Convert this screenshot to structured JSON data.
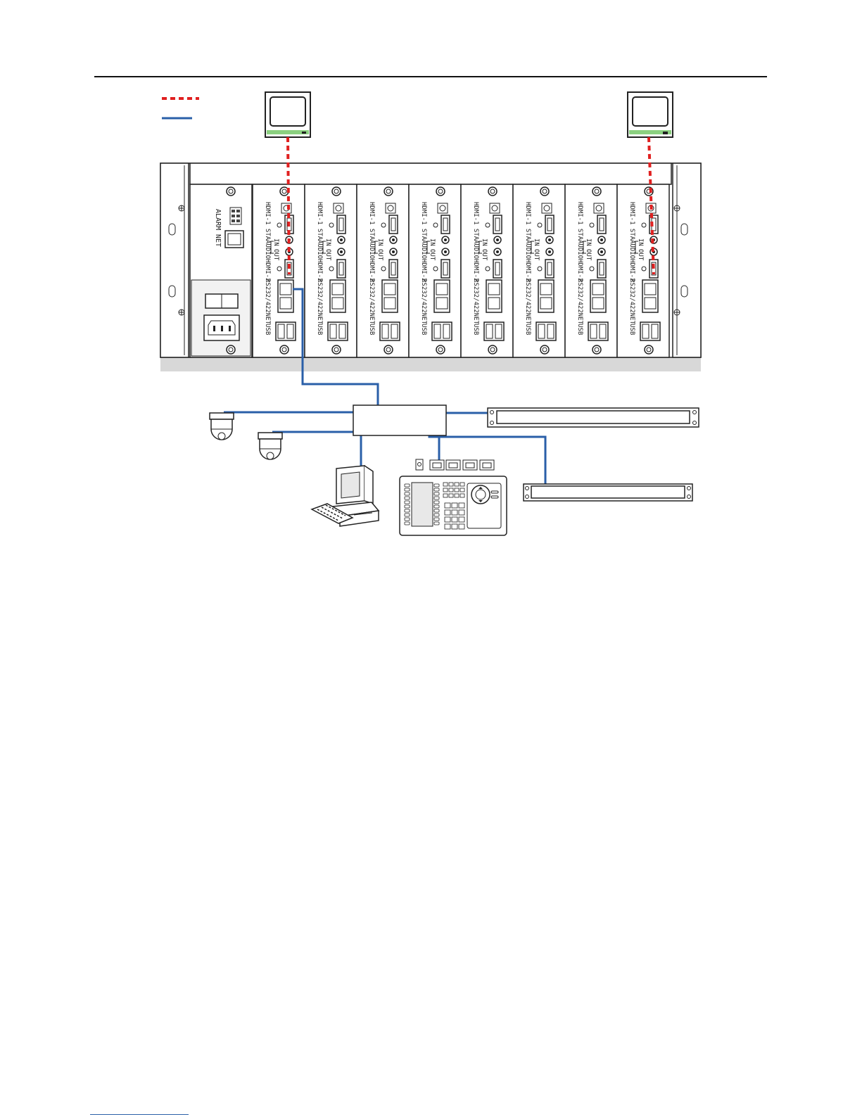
{
  "colors": {
    "hdmi_cable": "#e02020",
    "network_cable": "#2a5fa8",
    "outline": "#222222",
    "chassis_shadow": "#d8d8d8",
    "monitor_bar": "#8bd080"
  },
  "legend": {
    "items": [
      {
        "line": "dashed",
        "color_key": "hdmi_cable"
      },
      {
        "line": "solid",
        "color_key": "network_cable"
      }
    ]
  },
  "chassis": {
    "control_card": {
      "alarm_label": "ALARM",
      "net_label": "NET"
    },
    "card_count": 8,
    "card": {
      "sta_label": "STA",
      "hdmi1_label": "HDMI-1",
      "hdmi2_label": "HDMI-2",
      "audio_label": "AUDIO",
      "in_label": "IN",
      "out_label": "OUT",
      "rs_label": "RS232/422NET",
      "usb_label": "USB"
    }
  },
  "devices": [
    {
      "icon": "monitor-icon",
      "role": "display"
    },
    {
      "icon": "monitor-icon",
      "role": "display"
    },
    {
      "icon": "switch-icon",
      "role": "network switch"
    },
    {
      "icon": "dome-camera-icon",
      "role": "camera"
    },
    {
      "icon": "dome-camera-icon",
      "role": "camera"
    },
    {
      "icon": "computer-icon",
      "role": "pc"
    },
    {
      "icon": "keyboard-controller-icon",
      "role": "control keyboard"
    },
    {
      "icon": "rack-unit-icon",
      "role": "1U device"
    },
    {
      "icon": "rack-unit-icon",
      "role": "1U device"
    }
  ]
}
